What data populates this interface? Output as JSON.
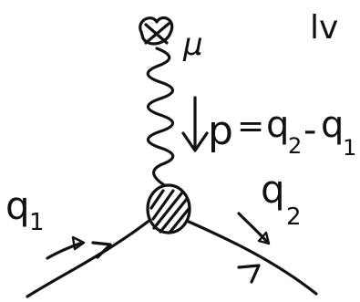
{
  "diagram": {
    "photon_index": "μ",
    "momentum": {
      "p": "p",
      "equals": "=",
      "q2": "q",
      "q2_sub": "2",
      "minus": "-",
      "q1": "q",
      "q1_sub": "1"
    },
    "incoming": {
      "q": "q",
      "sub": "1"
    },
    "outgoing": {
      "q": "q",
      "sub": "2"
    },
    "corner_text": "lv"
  },
  "colors": {
    "ink": "#111111",
    "background": "#ffffff"
  }
}
